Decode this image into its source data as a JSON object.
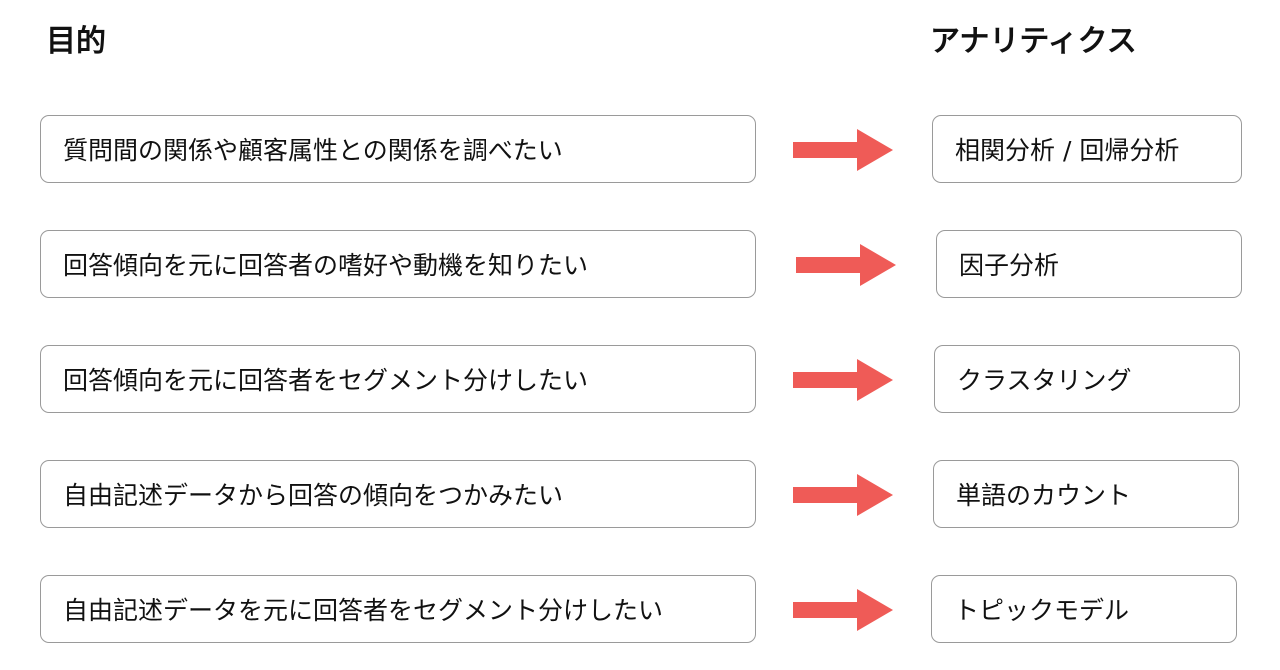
{
  "headers": {
    "purpose": "目的",
    "analytics": "アナリティクス"
  },
  "rows": [
    {
      "purpose": "質問間の関係や顧客属性との関係を調べたい",
      "analytics": "相関分析 / 回帰分析"
    },
    {
      "purpose": "回答傾向を元に回答者の嗜好や動機を知りたい",
      "analytics": "因子分析"
    },
    {
      "purpose": "回答傾向を元に回答者をセグメント分けしたい",
      "analytics": "クラスタリング"
    },
    {
      "purpose": "自由記述データから回答の傾向をつかみたい",
      "analytics": "単語のカウント"
    },
    {
      "purpose": "自由記述データを元に回答者をセグメント分けしたい",
      "analytics": "トピックモデル"
    }
  ],
  "colors": {
    "arrow": "#ef5b57",
    "box_border": "#9a9a9a",
    "text": "#111111"
  },
  "icons": {
    "arrow": "right-arrow-icon"
  }
}
